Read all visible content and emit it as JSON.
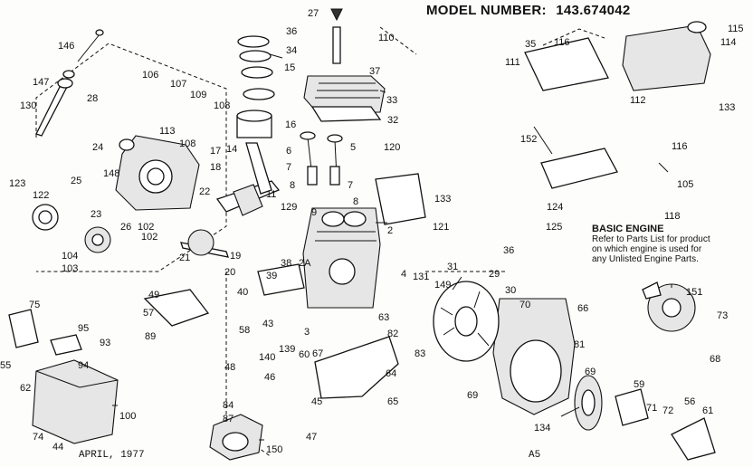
{
  "header": {
    "model_label": "MODEL NUMBER:",
    "model_number": "143.674042"
  },
  "basic_engine_note": {
    "title": "BASIC ENGINE",
    "lines": [
      "Refer to Parts List for product",
      "on which engine is used for",
      "any Unlisted Engine Parts."
    ]
  },
  "footer": {
    "date": "APRIL, 1977",
    "page_code": "A5"
  },
  "part_numbers": [
    "27",
    "36",
    "34",
    "110",
    "37",
    "146",
    "15",
    "35",
    "116",
    "115",
    "114",
    "111",
    "147",
    "106",
    "107",
    "109",
    "108",
    "28",
    "130",
    "113",
    "108",
    "33",
    "32",
    "133",
    "112",
    "16",
    "14",
    "17",
    "6",
    "5",
    "24",
    "120",
    "7",
    "7",
    "148",
    "25",
    "18",
    "8",
    "8",
    "152",
    "123",
    "122",
    "116",
    "105",
    "23",
    "26",
    "22",
    "11",
    "129",
    "9",
    "133",
    "124",
    "118",
    "102",
    "2",
    "121",
    "125",
    "104",
    "102",
    "21",
    "103",
    "19",
    "36",
    "20",
    "38",
    "39",
    "2A",
    "31",
    "29",
    "4",
    "131",
    "149",
    "151",
    "49",
    "40",
    "30",
    "66",
    "57",
    "70",
    "89",
    "43",
    "3",
    "73",
    "93",
    "75",
    "58",
    "63",
    "95",
    "82",
    "62",
    "68",
    "55",
    "94",
    "140",
    "139",
    "60",
    "67",
    "83",
    "64",
    "81",
    "48",
    "69",
    "46",
    "45",
    "65",
    "84",
    "69",
    "59",
    "100",
    "87",
    "56",
    "71",
    "72",
    "61",
    "47",
    "74",
    "44",
    "150",
    "134"
  ]
}
